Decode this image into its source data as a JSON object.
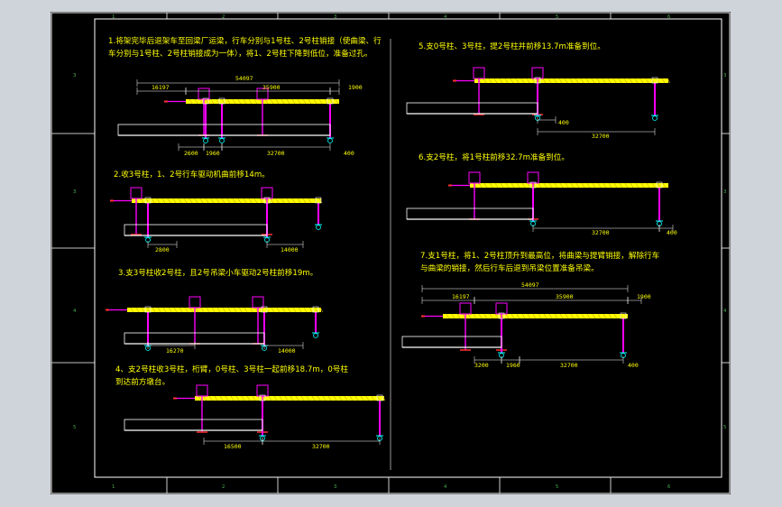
{
  "notes": {
    "step1": "1.将架完毕后退架车至回梁厂运梁，行车分别与1号柱、2号柱销接（使曲梁、行\n车分别与1号柱、2号柱销接成为一体），将1、2号柱下降到低位，准备过孔。",
    "step2": "2.收3号柱，1、2号行车驱动机曲前移14m。",
    "step3": "3.支3号柱收2号柱，且2号吊梁小车驱动2号柱前移19m。",
    "step4": "4、支2号柱收3号柱，桁臂，0号柱、3号柱一起前移18.7m，0号柱\n到达前方墩台。",
    "step5": "5.支0号柱、3号柱，提2号柱并前移13.7m准备到位。",
    "step6": "6.支2号柱，将1号柱前移32.7m准备到位。",
    "step7": "7.支1号柱，将1、2号柱顶升到最高位，将曲梁与提臂销接，解除行车\n与曲梁的销接，然后行车后退到吊梁位置准备吊梁。"
  },
  "dims": {
    "s1_total": "54097",
    "s1_a": "16197",
    "s1_b": "35900",
    "s1_c": "1900",
    "s1_d": "2600",
    "s1_e": "1960",
    "s1_f": "32700",
    "s1_g": "400",
    "s2_a": "2800",
    "s2_b": "14000",
    "s3_a": "16270",
    "s3_b": "14000",
    "s4_a": "16500",
    "s4_b": "32700",
    "s5_a": "400",
    "s5_b": "32700",
    "s6_a": "32700",
    "s6_b": "400",
    "s7_total": "54097",
    "s7_a": "16197",
    "s7_b": "35900",
    "s7_c": "1900",
    "s7_d": "3200",
    "s7_e": "1960",
    "s7_f": "32700",
    "s7_g": "400"
  },
  "zones": {
    "top": [
      "1",
      "2",
      "3",
      "4",
      "5",
      "6"
    ],
    "side": [
      "3",
      "3",
      "4",
      "5"
    ]
  },
  "colors": {
    "background": "#000000",
    "girder": "#ffff00",
    "frame": "#ffffff",
    "magenta": "#ff00ff",
    "red": "#ff3030",
    "cyan": "#00ffff",
    "green": "#4caf50"
  }
}
